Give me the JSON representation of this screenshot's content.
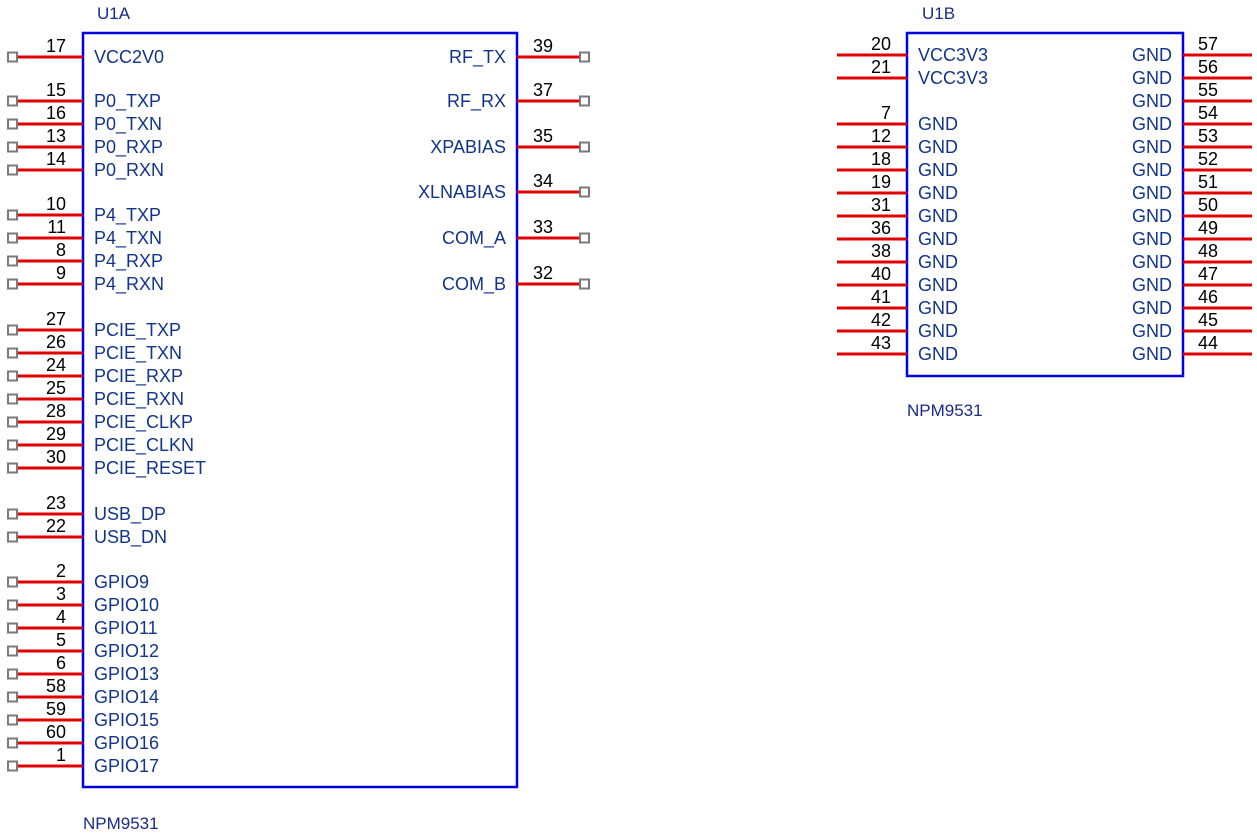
{
  "colors": {
    "body": "#0000e0",
    "pin": "#e00000",
    "port": "#7a7a7a",
    "pin_name": "#12348c",
    "pin_num": "#000000"
  },
  "u1a": {
    "ref": "U1A",
    "part": "NPM9531",
    "left_pins": [
      {
        "num": "17",
        "name": "VCC2V0",
        "port": true
      },
      {
        "num": "15",
        "name": "P0_TXP",
        "port": true
      },
      {
        "num": "16",
        "name": "P0_TXN",
        "port": true
      },
      {
        "num": "13",
        "name": "P0_RXP",
        "port": true
      },
      {
        "num": "14",
        "name": "P0_RXN",
        "port": true
      },
      {
        "num": "10",
        "name": "P4_TXP",
        "port": true
      },
      {
        "num": "11",
        "name": "P4_TXN",
        "port": true
      },
      {
        "num": "8",
        "name": "P4_RXP",
        "port": true
      },
      {
        "num": "9",
        "name": "P4_RXN",
        "port": true
      },
      {
        "num": "27",
        "name": "PCIE_TXP",
        "port": true
      },
      {
        "num": "26",
        "name": "PCIE_TXN",
        "port": true
      },
      {
        "num": "24",
        "name": "PCIE_RXP",
        "port": true
      },
      {
        "num": "25",
        "name": "PCIE_RXN",
        "port": true
      },
      {
        "num": "28",
        "name": "PCIE_CLKP",
        "port": true
      },
      {
        "num": "29",
        "name": "PCIE_CLKN",
        "port": true
      },
      {
        "num": "30",
        "name": "PCIE_RESET",
        "port": true
      },
      {
        "num": "23",
        "name": "USB_DP",
        "port": true
      },
      {
        "num": "22",
        "name": "USB_DN",
        "port": true
      },
      {
        "num": "2",
        "name": "GPIO9",
        "port": true
      },
      {
        "num": "3",
        "name": "GPIO10",
        "port": true
      },
      {
        "num": "4",
        "name": "GPIO11",
        "port": true
      },
      {
        "num": "5",
        "name": "GPIO12",
        "port": true
      },
      {
        "num": "6",
        "name": "GPIO13",
        "port": true
      },
      {
        "num": "58",
        "name": "GPIO14",
        "port": true
      },
      {
        "num": "59",
        "name": "GPIO15",
        "port": true
      },
      {
        "num": "60",
        "name": "GPIO16",
        "port": true
      },
      {
        "num": "1",
        "name": "GPIO17",
        "port": true
      }
    ],
    "right_pins": [
      {
        "num": "39",
        "name": "RF_TX",
        "port": true
      },
      {
        "num": "37",
        "name": "RF_RX",
        "port": true
      },
      {
        "num": "35",
        "name": "XPABIAS",
        "port": true
      },
      {
        "num": "34",
        "name": "XLNABIAS",
        "port": true
      },
      {
        "num": "33",
        "name": "COM_A",
        "port": true
      },
      {
        "num": "32",
        "name": "COM_B",
        "port": true
      }
    ]
  },
  "u1b": {
    "ref": "U1B",
    "part": "NPM9531",
    "left_pins": [
      {
        "num": "20",
        "name": "VCC3V3"
      },
      {
        "num": "21",
        "name": "VCC3V3"
      },
      {
        "num": "7",
        "name": "GND"
      },
      {
        "num": "12",
        "name": "GND"
      },
      {
        "num": "18",
        "name": "GND"
      },
      {
        "num": "19",
        "name": "GND"
      },
      {
        "num": "31",
        "name": "GND"
      },
      {
        "num": "36",
        "name": "GND"
      },
      {
        "num": "38",
        "name": "GND"
      },
      {
        "num": "40",
        "name": "GND"
      },
      {
        "num": "41",
        "name": "GND"
      },
      {
        "num": "42",
        "name": "GND"
      },
      {
        "num": "43",
        "name": "GND"
      }
    ],
    "right_pins": [
      {
        "num": "57",
        "name": "GND"
      },
      {
        "num": "56",
        "name": "GND"
      },
      {
        "num": "55",
        "name": "GND"
      },
      {
        "num": "54",
        "name": "GND"
      },
      {
        "num": "53",
        "name": "GND"
      },
      {
        "num": "52",
        "name": "GND"
      },
      {
        "num": "51",
        "name": "GND"
      },
      {
        "num": "50",
        "name": "GND"
      },
      {
        "num": "49",
        "name": "GND"
      },
      {
        "num": "48",
        "name": "GND"
      },
      {
        "num": "47",
        "name": "GND"
      },
      {
        "num": "46",
        "name": "GND"
      },
      {
        "num": "45",
        "name": "GND"
      },
      {
        "num": "44",
        "name": "GND"
      }
    ]
  }
}
